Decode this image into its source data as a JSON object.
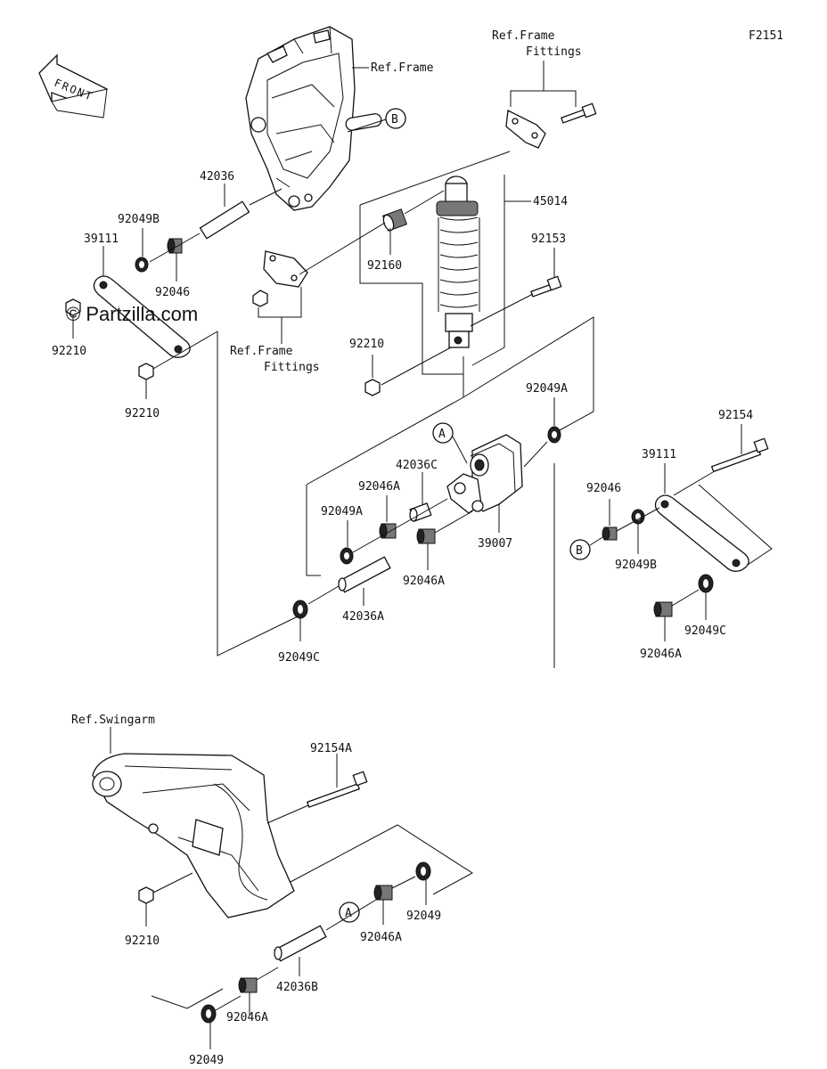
{
  "diagram_id": "F2151",
  "watermark": "© Partzilla.com",
  "front_label": "FRONT",
  "callouts": {
    "a": "A",
    "b": "B"
  },
  "labels": {
    "ref_frame": "Ref.Frame",
    "ref_frame_fittings_top_1": "Ref.Frame",
    "ref_frame_fittings_top_2": "Fittings",
    "ref_frame_fittings_left_1": "Ref.Frame",
    "ref_frame_fittings_left_2": "Fittings",
    "ref_swingarm": "Ref.Swingarm",
    "p45014": "45014",
    "p42036": "42036",
    "p92049b_left": "92049B",
    "p39111_left": "39111",
    "p92046_left": "92046",
    "p92210_left": "92210",
    "p92210_lower_left": "92210",
    "p92160": "92160",
    "p92153": "92153",
    "p92210_mid": "92210",
    "p92049a_right": "92049A",
    "p42036c": "42036C",
    "p92046a_mid": "92046A",
    "p92049a_left": "92049A",
    "p39007": "39007",
    "p92046a_lower": "92046A",
    "p42036a": "42036A",
    "p92049c_left": "92049C",
    "p92154": "92154",
    "p39111_right": "39111",
    "p92046_right": "92046",
    "p92049b_right": "92049B",
    "p92049c_right": "92049C",
    "p92046a_right": "92046A",
    "p92154a": "92154A",
    "p92210_bottom": "92210",
    "p92049_bottom_right": "92049",
    "p92046a_bottom_right": "92046A",
    "p42036b": "42036B",
    "p92046a_bottom_left": "92046A",
    "p92049_bottom_left": "92049"
  }
}
